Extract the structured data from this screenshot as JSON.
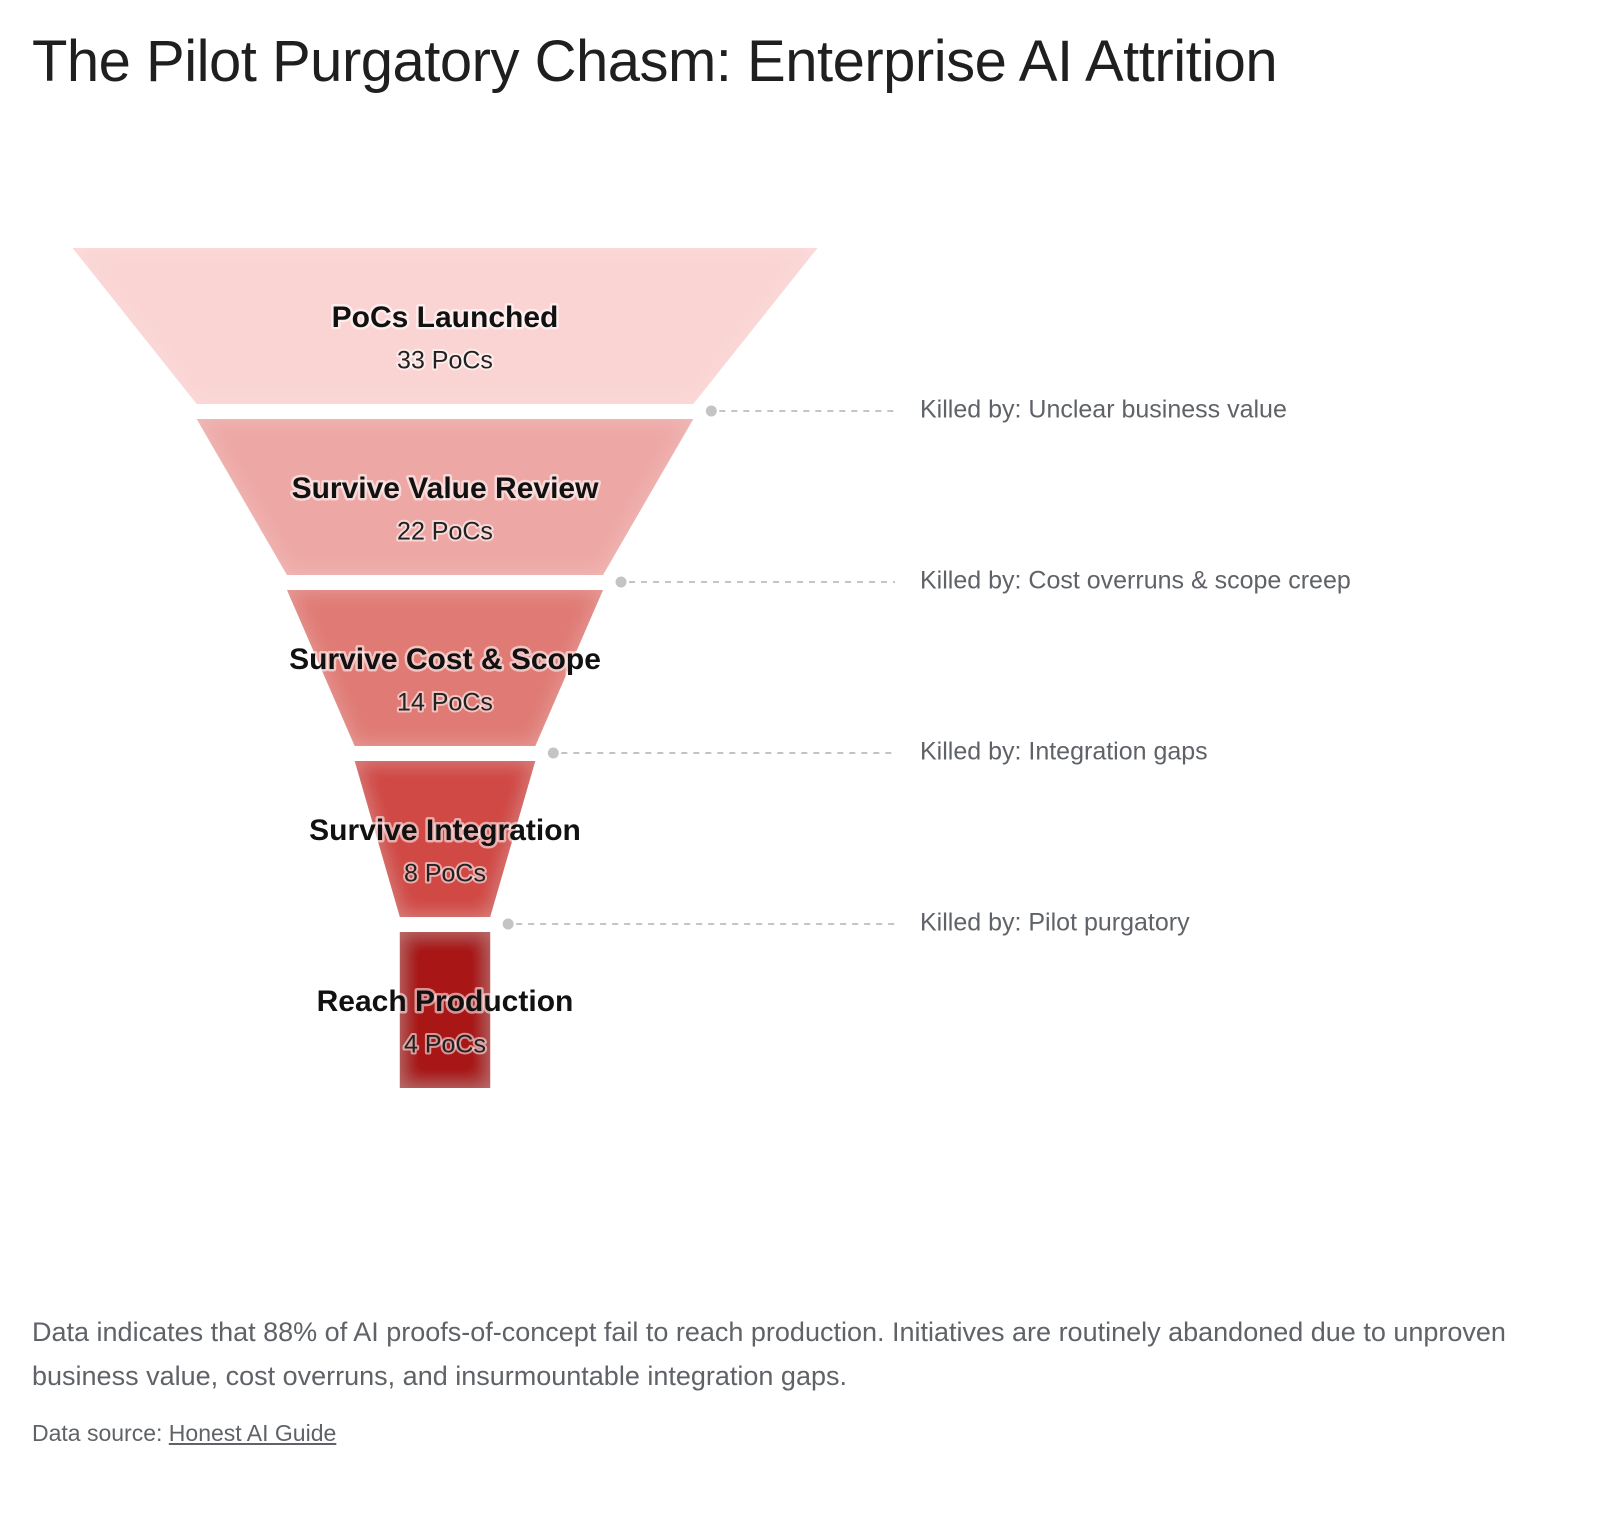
{
  "title": "The Pilot Purgatory Chasm: Enterprise AI Attrition",
  "caption": "Data indicates that 88% of AI proofs-of-concept fail to reach production. Initiatives are routinely abandoned due to unproven business value, cost overruns, and insurmountable integration gaps.",
  "source": {
    "prefix": "Data source: ",
    "link_text": "Honest AI Guide"
  },
  "chart_data": {
    "type": "funnel",
    "title": "The Pilot Purgatory Chasm: Enterprise AI Attrition",
    "unit": "PoCs",
    "stages": [
      {
        "label": "PoCs Launched",
        "value": 33,
        "value_text": "33 PoCs",
        "color": "#fad4d3"
      },
      {
        "label": "Survive Value Review",
        "value": 22,
        "value_text": "22 PoCs",
        "color": "#eda8a5"
      },
      {
        "label": "Survive Cost & Scope",
        "value": 14,
        "value_text": "14 PoCs",
        "color": "#e07a74"
      },
      {
        "label": "Survive Integration",
        "value": 8,
        "value_text": "8 PoCs",
        "color": "#d04a45"
      },
      {
        "label": "Reach Production",
        "value": 4,
        "value_text": "4 PoCs",
        "color": "#a81213"
      }
    ],
    "annotations": [
      "Killed by: Unclear business value",
      "Killed by: Cost overruns & scope creep",
      "Killed by: Integration gaps",
      "Killed by: Pilot purgatory"
    ],
    "colors": {
      "connector": "#c4c4c4",
      "annotation_text": "#5f6368"
    }
  }
}
